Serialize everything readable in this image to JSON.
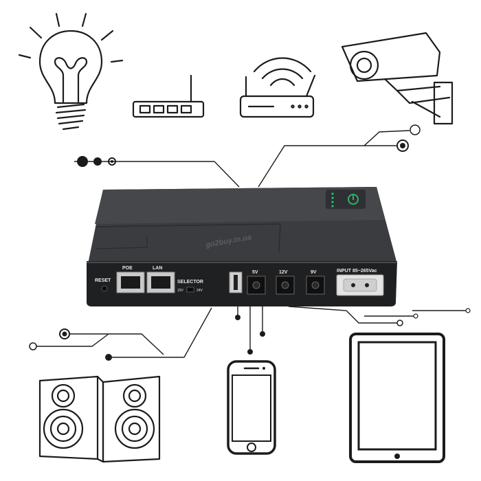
{
  "device": {
    "watermark": "go2buy.in.ua",
    "ports": {
      "reset": "RESET",
      "poe": "POE",
      "lan": "LAN",
      "selector": "SELECTOR",
      "selector_15v": "15V",
      "selector_24v": "24V",
      "usb": "USB",
      "out_5v": "5V",
      "out_12v": "12V",
      "out_9v": "9V",
      "input": "INPUT 85~265Vac"
    },
    "body_color": "#3d3f42",
    "front_color": "#1f2022",
    "led_color": "#2fbf6a"
  },
  "devices_shown": {
    "top": [
      "lightbulb-icon",
      "switch-icon",
      "wifi-router-icon",
      "cctv-camera-icon"
    ],
    "bottom": [
      "speakers-icon",
      "smartphone-icon",
      "tablet-icon"
    ]
  }
}
